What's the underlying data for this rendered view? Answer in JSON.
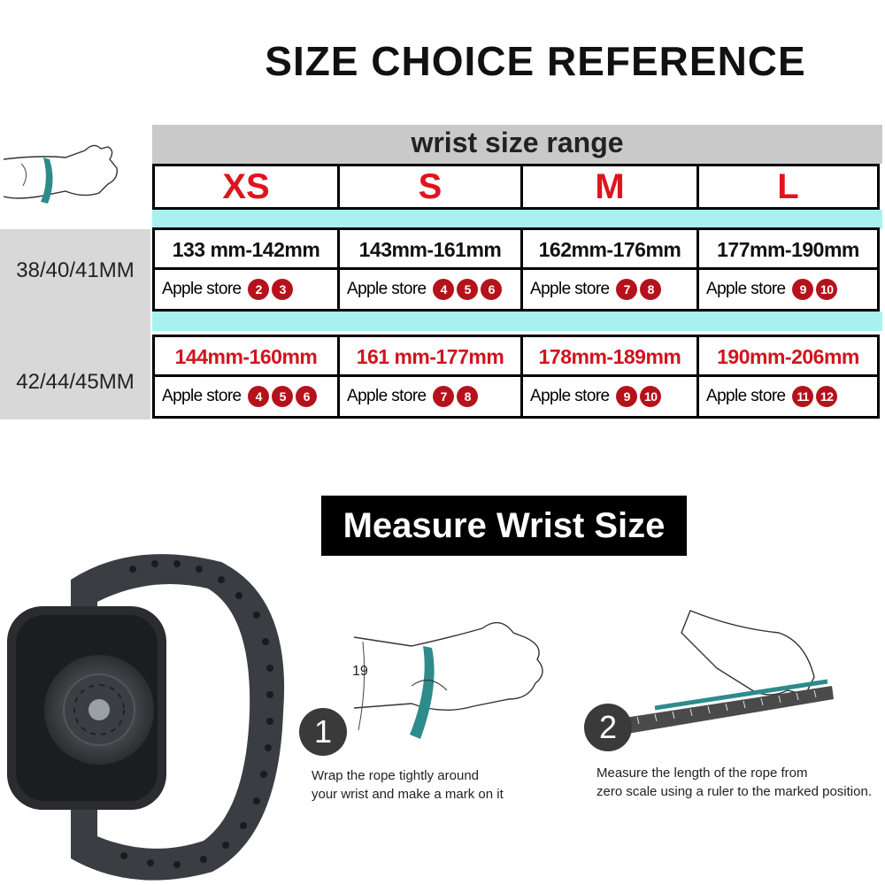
{
  "title": "SIZE CHOICE REFERENCE",
  "range_header": "wrist size range",
  "sizes": [
    "XS",
    "S",
    "M",
    "L"
  ],
  "row_labels": [
    "38/40/41MM",
    "42/44/45MM"
  ],
  "rows": [
    {
      "ranges": [
        "133 mm-142mm",
        "143mm-161mm",
        "162mm-176mm",
        "177mm-190mm"
      ],
      "store_label": "Apple store",
      "badges": [
        [
          "2",
          "3"
        ],
        [
          "4",
          "5",
          "6"
        ],
        [
          "7",
          "8"
        ],
        [
          "9",
          "10"
        ]
      ]
    },
    {
      "ranges": [
        "144mm-160mm",
        "161 mm-177mm",
        "178mm-189mm",
        "190mm-206mm"
      ],
      "store_label": "Apple store",
      "badges": [
        [
          "4",
          "5",
          "6"
        ],
        [
          "7",
          "8"
        ],
        [
          "9",
          "10"
        ],
        [
          "11",
          "12"
        ]
      ]
    }
  ],
  "measure_title": "Measure Wrist Size",
  "steps": [
    {
      "number": "1",
      "marker": "19",
      "caption_line1": "Wrap the rope tightly around",
      "caption_line2": "your wrist and make a mark on it"
    },
    {
      "number": "2",
      "caption_line1": "Measure the length of the rope from",
      "caption_line2": "zero scale using a ruler to the marked position."
    }
  ],
  "colors": {
    "accent_red": "#e0141e",
    "badge_red": "#b5121b",
    "cyan_band": "#a8f1ef",
    "header_gray": "#c9c9c9",
    "rope_teal": "#2e8b8b"
  }
}
